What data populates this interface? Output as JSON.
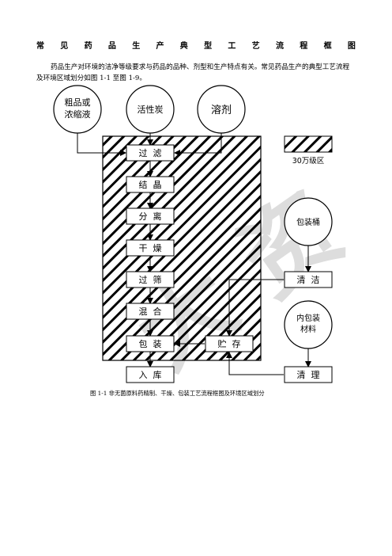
{
  "title": "常见药品生产典型工艺流程框图",
  "intro": "药品生产对环境的洁净等级要求与药品的品种、剂型和生产特点有关。常见药品生产的典型工艺流程及环境区域划分如图 1-1 至图 1-9。",
  "inputs": {
    "crude": [
      "粗品或",
      "浓缩液"
    ],
    "carbon": "活性炭",
    "solvent": "溶剂",
    "bucket": "包装桶",
    "inner_pack": [
      "内包装",
      "材料"
    ]
  },
  "steps": {
    "filter": "过  滤",
    "crystal": "结  晶",
    "separate": "分  离",
    "dry": "干  燥",
    "sieve": "过  筛",
    "mix": "混  合",
    "pack": "包  装",
    "store": "贮  存",
    "warehouse": "入  库",
    "clean": "清  洁",
    "tidy": "清  理"
  },
  "legend_label": "30万级区",
  "caption": "图 1-1   非无菌原料药精制、干燥、包装工艺流程框图及环境区域划分",
  "watermark": "大     资"
}
